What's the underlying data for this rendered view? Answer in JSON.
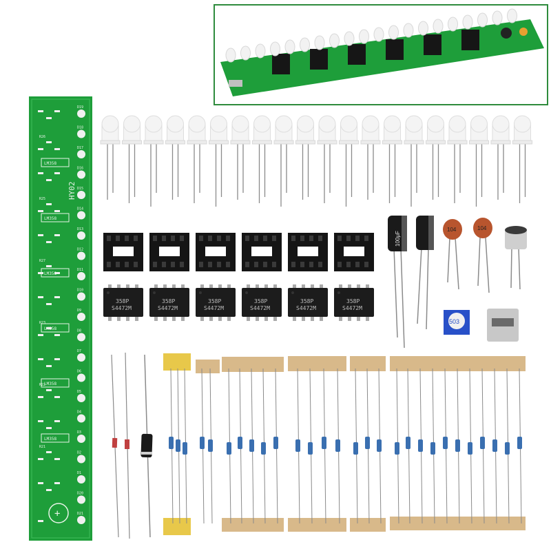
{
  "inset": {
    "border_color": "#2e8b3c"
  },
  "pcb": {
    "color": "#1e9e3a",
    "silk_color": "#e8f4e8",
    "ref_labels": [
      "D19",
      "D18",
      "D17",
      "D16",
      "D15",
      "D14",
      "D13",
      "D12",
      "D11",
      "D10",
      "D9",
      "D8",
      "D7",
      "D6",
      "D5",
      "D4",
      "D3",
      "D2",
      "D1",
      "D20",
      "D21"
    ],
    "ic_labels": [
      "LM358",
      "LM358",
      "LM358",
      "LM358",
      "LM358",
      "LM358"
    ],
    "board_name": "HY02",
    "resistor_labels": [
      "R26",
      "R25",
      "R27",
      "R23",
      "R22",
      "R21"
    ]
  },
  "ic": {
    "marking_line1": "358P",
    "marking_line2": "S4472M",
    "count": 6
  },
  "socket": {
    "count": 6
  },
  "leds": {
    "count": 20,
    "color": "#f4f4f4"
  },
  "capacitors": {
    "electrolytic_label": "100μF",
    "ceramic_label": "104"
  },
  "trimmer": {
    "label": "503"
  },
  "colors": {
    "resistor_body": "#3a6fb0",
    "tape": "#d8b98a",
    "tape_yellow": "#e8c84a",
    "lead": "#8a8a8a"
  }
}
